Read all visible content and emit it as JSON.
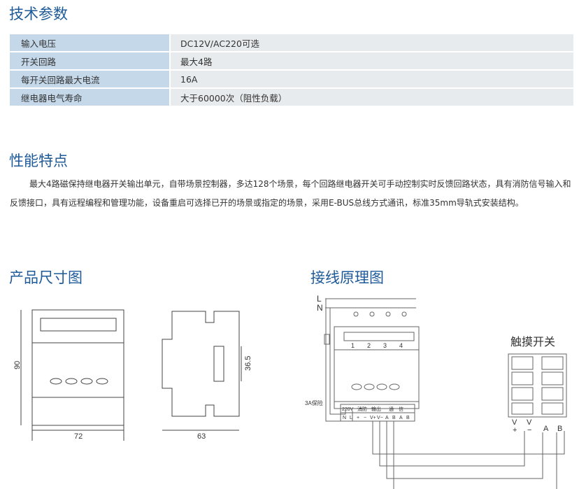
{
  "specs": {
    "title": "技术参数",
    "rows": [
      {
        "label": "输入电压",
        "value": "DC12V/AC220可选"
      },
      {
        "label": "开关回路",
        "value": "最大4路"
      },
      {
        "label": "每开关回路最大电流",
        "value": "16A"
      },
      {
        "label": "继电器电气寿命",
        "value": "大于60000次（阻性负载）"
      }
    ]
  },
  "features": {
    "title": "性能特点",
    "text": "最大4路磁保持继电器开关输出单元，自带场景控制器，多达128个场景，每个回路继电器开关可手动控制实时反馈回路状态，具有消防信号输入和反馈接口，具有远程编程和管理功能，设备重启可选择已开的场景或指定的场景，采用E-BUS总线方式通讯，标准35mm导轨式安装结构。"
  },
  "dimensions": {
    "title": "产品尺寸图",
    "height": "90",
    "width": "72",
    "depth": "63",
    "rail": "36.5"
  },
  "wiring": {
    "title": "接线原理图",
    "L": "L",
    "N": "N",
    "fuse": "3A保险",
    "channels": [
      "1",
      "2",
      "3",
      "4"
    ],
    "terminal_groups": [
      "220V",
      "消防",
      "输出",
      "通　信"
    ],
    "terminals": [
      "N",
      "L",
      "+",
      "−",
      "V+",
      "V−",
      "A",
      "B",
      "A",
      "B"
    ],
    "touch_switch": "触摸开关",
    "switch_terms": [
      "V",
      "V",
      "A",
      "B"
    ],
    "switch_signs": [
      "+",
      "−"
    ]
  }
}
